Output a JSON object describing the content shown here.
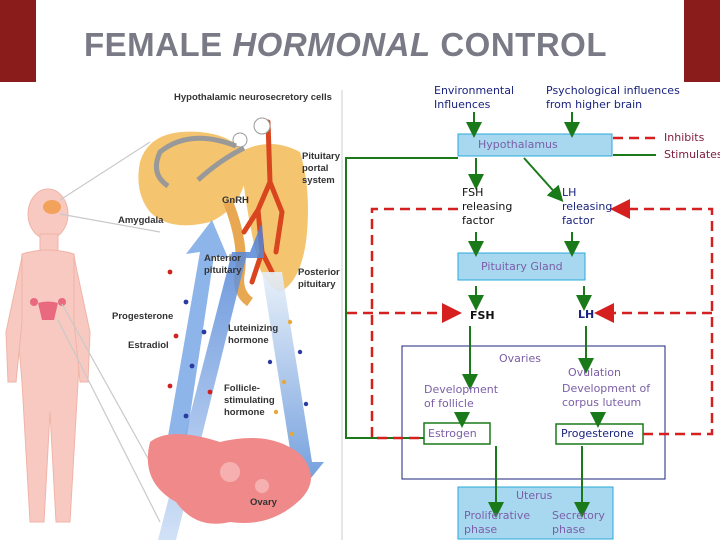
{
  "title": {
    "part1": "FEMALE",
    "part2": "HORMONAL",
    "part3": "CONTROL"
  },
  "illustration": {
    "hypothalamic_cells": "Hypothalamic neurosecretory cells",
    "portal_system": [
      "Pituitary",
      "portal",
      "system"
    ],
    "gnrh": "GnRH",
    "amygdala": "Amygdala",
    "anterior_pituitary": [
      "Anterior",
      "pituitary"
    ],
    "posterior_pituitary": [
      "Posterior",
      "pituitary"
    ],
    "progesterone": "Progesterone",
    "estradiol": "Estradiol",
    "luteinizing_hormone": [
      "Luteinizing",
      "hormone"
    ],
    "fsh": [
      "Follicle-",
      "stimulating",
      "hormone"
    ],
    "ovary": "Ovary"
  },
  "flowchart": {
    "environmental": [
      "Environmental",
      "Influences"
    ],
    "psychological": [
      "Psychological influences",
      "from higher brain"
    ],
    "hypothalamus": "Hypothalamus",
    "fsh_releasing": [
      "FSH",
      "releasing",
      "factor"
    ],
    "lh_releasing": [
      "LH",
      "releasing",
      "factor"
    ],
    "pituitary_gland": "Pituitary Gland",
    "fsh": "FSH",
    "lh": "LH",
    "ovaries": "Ovaries",
    "ovulation": "Ovulation",
    "corpus_luteum": [
      "Development of",
      "corpus luteum"
    ],
    "follicle": [
      "Development",
      "of follicle"
    ],
    "estrogen": "Estrogen",
    "progesterone": "Progesterone",
    "uterus": "Uterus",
    "proliferative": [
      "Proliferative",
      "phase"
    ],
    "secretory": [
      "Secretory",
      "phase"
    ]
  },
  "legend": {
    "inhibits": "Inhibits",
    "stimulates": "Stimulates"
  },
  "colors": {
    "accent_bar": "#8b1c1c",
    "title": "#7a7a86",
    "stimulate_line": "#1a7a1a",
    "inhibit_line": "#d62020",
    "box_fill": "#a8d8ef",
    "box_border": "#29a8d8",
    "navy_text": "#1a237e",
    "purple_text": "#7b5ea7"
  }
}
